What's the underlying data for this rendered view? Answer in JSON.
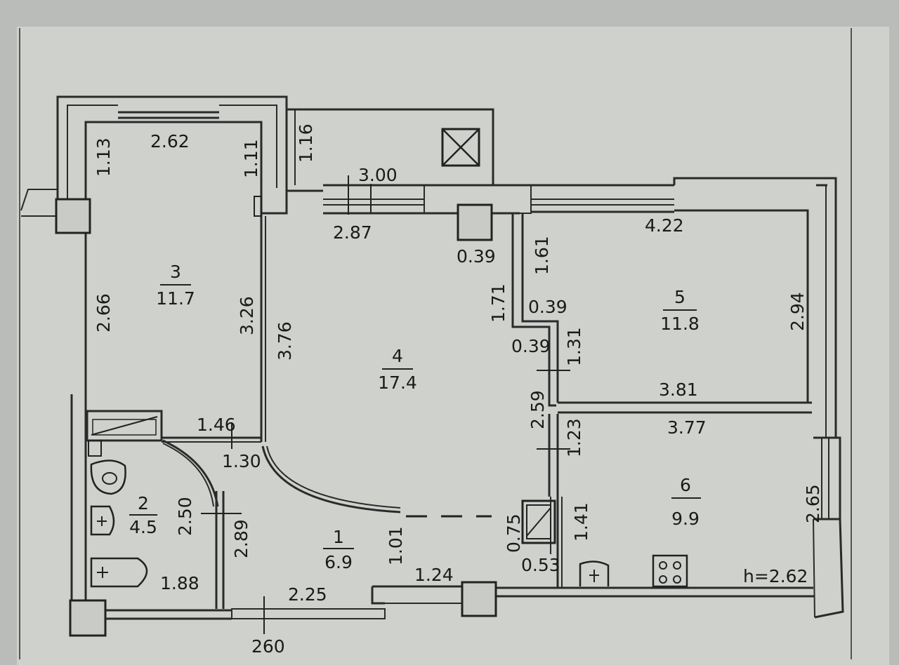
{
  "plan": {
    "rooms": [
      {
        "id": "1",
        "area": "6.9"
      },
      {
        "id": "2",
        "area": "4.5"
      },
      {
        "id": "3",
        "area": "11.7"
      },
      {
        "id": "4",
        "area": "17.4"
      },
      {
        "id": "5",
        "area": "11.8"
      },
      {
        "id": "6",
        "area": "9.9"
      }
    ],
    "dimensions": [
      "2.62",
      "1.13",
      "1.11",
      "1.16",
      "3.00",
      "2.87",
      "0.39",
      "4.22",
      "2.66",
      "3.26",
      "3.76",
      "1.71",
      "1.61",
      "0.39",
      "0.39",
      "1.31",
      "2.94",
      "3.81",
      "2.59",
      "1.46",
      "1.30",
      "3.77",
      "1.23",
      "2.50",
      "2.89",
      "0.75",
      "1.41",
      "2.65",
      "1.01",
      "0.53",
      "1.88",
      "1.24",
      "2.25",
      "260"
    ],
    "ceiling_height": "h=2.62"
  }
}
